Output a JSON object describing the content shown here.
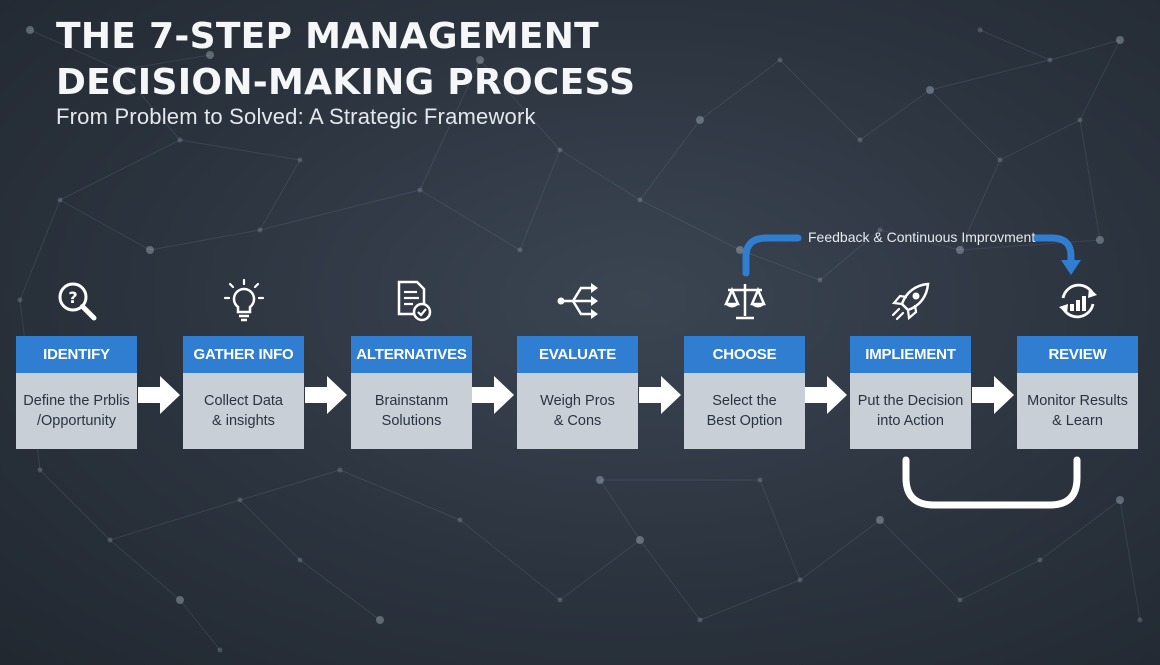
{
  "title_lines": [
    "THE 7-STEP MANAGEMENT",
    "DECISION-MAKING PROCESS"
  ],
  "subtitle": "From Problem to Solved: A Strategic Framework",
  "feedback_label": "Feedback & Continuous Improvment",
  "steps": [
    {
      "head": "IDENTIFY",
      "body": [
        "Define the Prblis",
        "/Opportunity"
      ],
      "icon": "magnifier-question-icon"
    },
    {
      "head": "GATHER INFO",
      "body": [
        "Collect Data",
        "& insights"
      ],
      "icon": "lightbulb-icon"
    },
    {
      "head": "ALTERNATIVES",
      "body": [
        "Brainstanm",
        "Solutions"
      ],
      "icon": "document-icon"
    },
    {
      "head": "EVALUATE",
      "body": [
        "Weigh Pros",
        "& Cons"
      ],
      "icon": "branching-arrows-icon"
    },
    {
      "head": "CHOOSE",
      "body": [
        "Select the",
        "Best Option"
      ],
      "icon": "balance-scale-icon"
    },
    {
      "head": "IMPLIEMENT",
      "body": [
        "Put the Decision",
        "into Action"
      ],
      "icon": "rocket-icon"
    },
    {
      "head": "REVIEW",
      "body": [
        "Monitor Results",
        "& Learn"
      ],
      "icon": "review-cycle-chart-icon"
    }
  ],
  "colors": {
    "accent": "#2f7ed1",
    "card_body": "#c9cfd6",
    "background": "#2b333e",
    "text_dark": "#2a3440"
  }
}
